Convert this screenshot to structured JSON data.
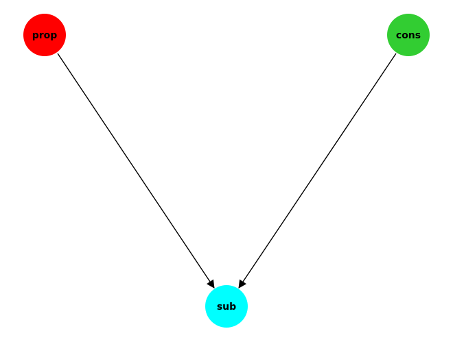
{
  "diagram": {
    "nodes": [
      {
        "id": "prop",
        "label": "prop",
        "color": "#ff0000"
      },
      {
        "id": "cons",
        "label": "cons",
        "color": "#32cd32"
      },
      {
        "id": "sub",
        "label": "sub",
        "color": "#00ffff"
      }
    ],
    "edges": [
      {
        "from": "prop",
        "to": "sub",
        "color": "#000000"
      },
      {
        "from": "cons",
        "to": "sub",
        "color": "#000000"
      }
    ]
  }
}
